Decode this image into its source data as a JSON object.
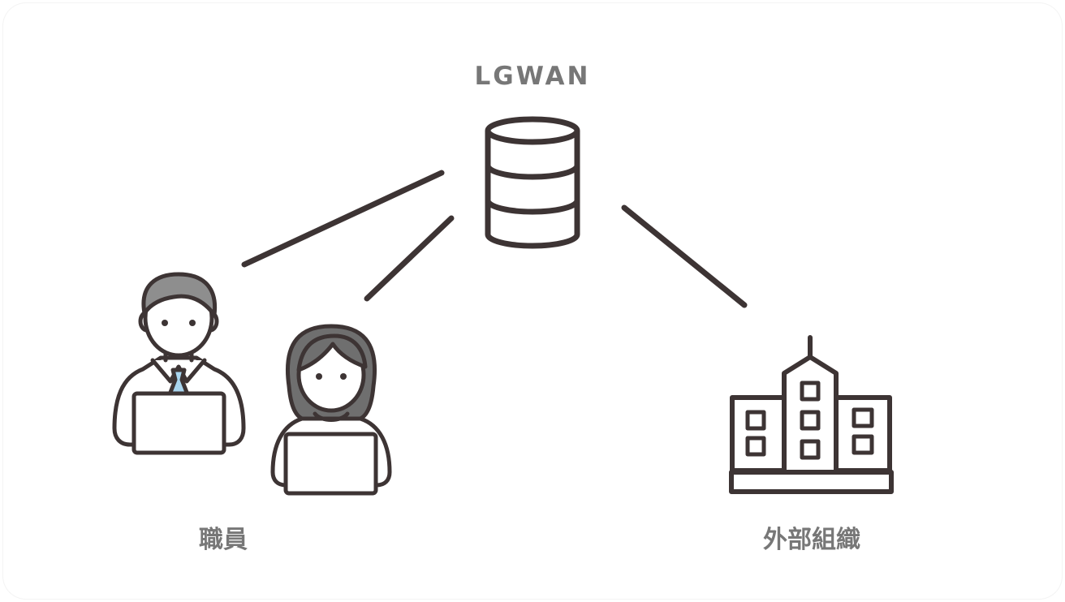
{
  "nodes": {
    "server": {
      "label": "LGWAN",
      "icon": "database-icon"
    },
    "staff": {
      "label": "職員",
      "icons": [
        "man-with-laptop-icon",
        "woman-with-laptop-icon"
      ]
    },
    "external": {
      "label": "外部組織",
      "icon": "building-icon"
    }
  },
  "connections": [
    {
      "from": "server",
      "to": "man-with-laptop-icon"
    },
    {
      "from": "server",
      "to": "woman-with-laptop-icon"
    },
    {
      "from": "server",
      "to": "building-icon"
    }
  ],
  "colors": {
    "stroke": "#3d3434",
    "label": "#777777",
    "hair_gray": "#8e8e8e",
    "hair_dark": "#6f6f6f",
    "tie": "#a9d5ee",
    "background": "#ffffff"
  }
}
